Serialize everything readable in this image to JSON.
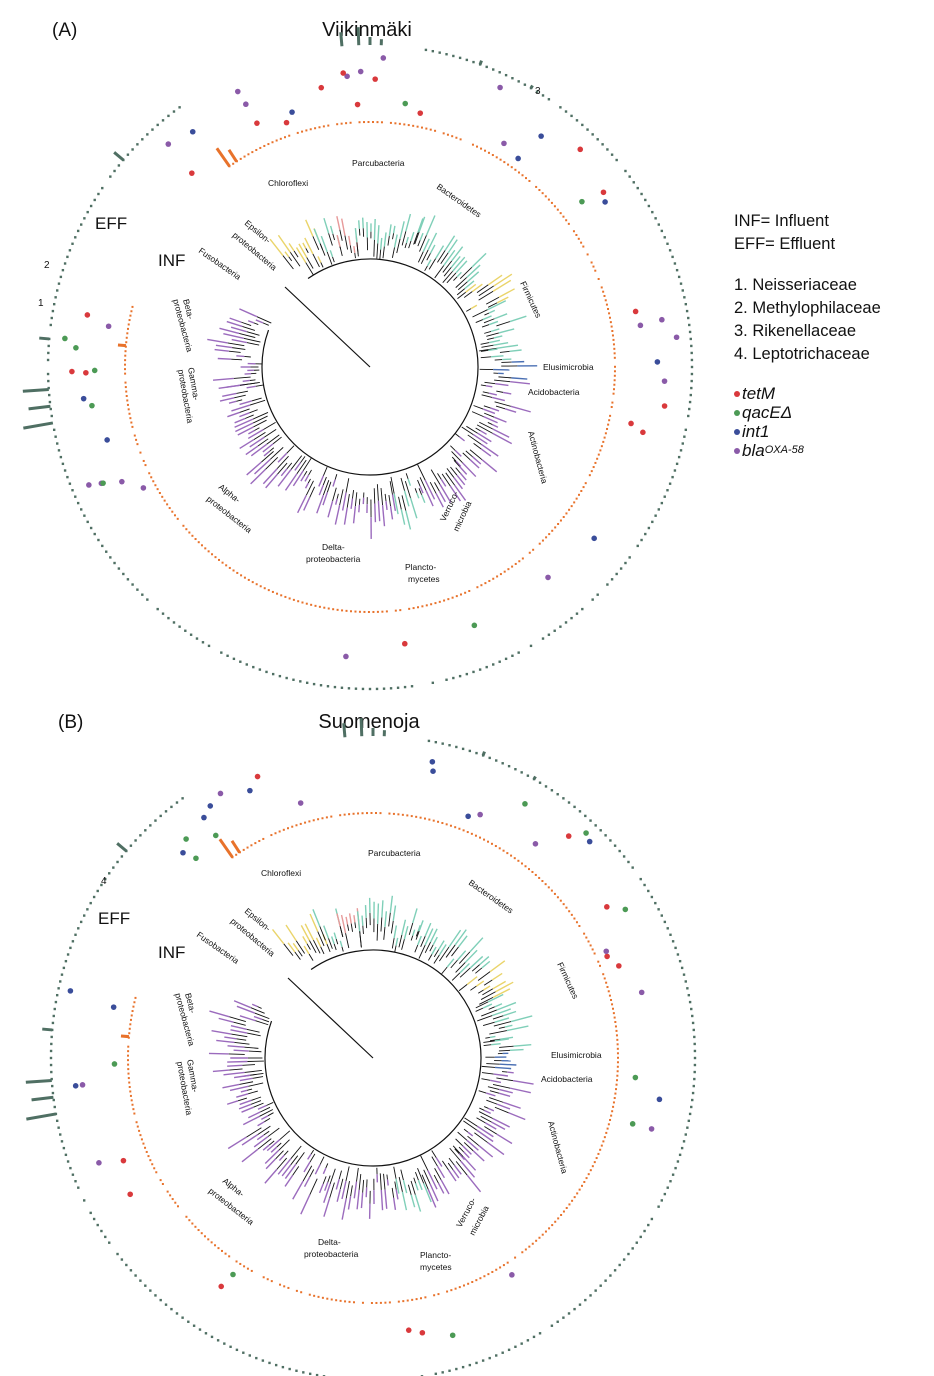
{
  "colors": {
    "tetM": "#d9393c",
    "qacE": "#4c9a55",
    "int1": "#3a4d9a",
    "bla": "#8a5aa8",
    "orange_ring": "#e8722b",
    "outer_ring": "#4f6f63",
    "branch": "#111111",
    "purple": "#9b6bbd",
    "teal": "#7fcfb8",
    "pink": "#e79a9a",
    "yellow": "#ead46a",
    "blue": "#4a6fb3"
  },
  "panels": [
    {
      "label": "(A)",
      "title": "Viikinmäki",
      "eff": "EFF",
      "inf": "INF",
      "family_marks": [
        "1",
        "2",
        "3"
      ],
      "clades": [
        "Parcubacteria",
        "Chloroflexi",
        "Epsilon-",
        "proteobacteria",
        "Fusobacteria",
        "Bacteroidetes",
        "Firmicutes",
        "Elusimicrobia",
        "Acidobacteria",
        "Actinobacteria",
        "Verruco-",
        "microbia",
        "Plancto-",
        "mycetes",
        "Delta-",
        "proteobacteria",
        "Alpha-",
        "proteobacteria",
        "Gamma-",
        "proteobacteria",
        "Beta-",
        "proteobacteria"
      ]
    },
    {
      "label": "(B)",
      "title": "Suomenoja",
      "eff": "EFF",
      "inf": "INF",
      "family_marks": [
        "4"
      ],
      "clades": [
        "Parcubacteria",
        "Chloroflexi",
        "Epsilon-",
        "proteobacteria",
        "Fusobacteria",
        "Bacteroidetes",
        "Firmicutes",
        "Elusimicrobia",
        "Acidobacteria",
        "Actinobacteria",
        "Verruco-",
        "microbia",
        "Plancto-",
        "mycetes",
        "Delta-",
        "proteobacteria",
        "Alpha-",
        "proteobacteria",
        "Gamma-",
        "proteobacteria",
        "Beta-",
        "proteobacteria"
      ]
    }
  ],
  "legend": {
    "inf": "INF=  Influent",
    "eff": "EFF=  Effluent",
    "families": [
      "1. Neisseriaceae",
      "2. Methylophilaceae",
      "3. Rikenellaceae",
      "4. Leptotrichaceae"
    ],
    "genes": [
      {
        "name": "tetM",
        "sub": "",
        "color": "#d9393c"
      },
      {
        "name": "qacEΔ",
        "sub": "",
        "color": "#4c9a55"
      },
      {
        "name": "int1",
        "sub": "",
        "color": "#3a4d9a"
      },
      {
        "name": "bla",
        "sub": "OXA-58",
        "color": "#8a5aa8"
      }
    ]
  }
}
